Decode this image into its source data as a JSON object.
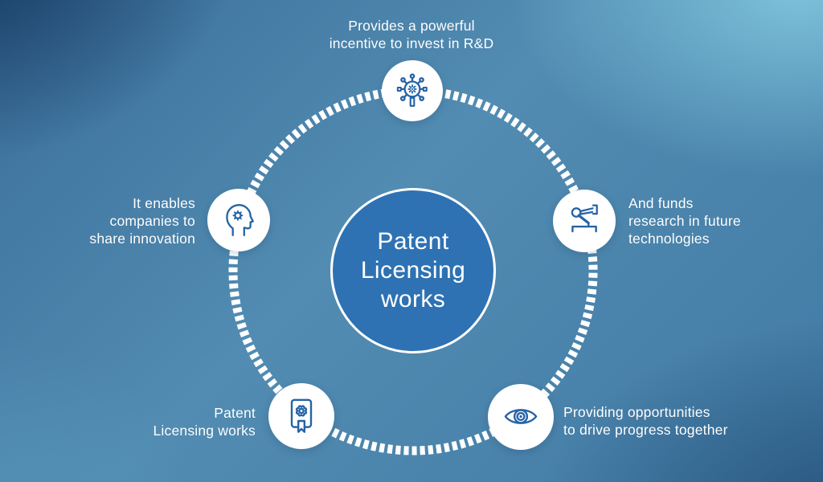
{
  "title": "Patent Licensing works infographic",
  "colors": {
    "background_dark": "#1c3f64",
    "background_mid": "#4e87ae",
    "background_light": "#6fb7d4",
    "center_circle_fill": "#2e72b3",
    "icon_stroke": "#2563a6",
    "ring_and_text": "#ffffff"
  },
  "center": {
    "text": "Patent Licensing works",
    "lines": [
      "Patent",
      "Licensing",
      "works"
    ]
  },
  "nodes": [
    {
      "id": "incentive-rnd",
      "icon": "innovation-network-icon",
      "position": "top",
      "label_lines": [
        "Provides a powerful",
        "incentive to invest in R&D"
      ]
    },
    {
      "id": "funds-research",
      "icon": "robot-arm-icon",
      "position": "right",
      "label_lines": [
        "And funds",
        "research in future",
        "technologies"
      ]
    },
    {
      "id": "drive-progress",
      "icon": "eye-icon",
      "position": "bottom-right",
      "label_lines": [
        "Providing opportunities",
        "to drive progress together"
      ]
    },
    {
      "id": "patent-licensing",
      "icon": "certificate-icon",
      "position": "bottom-left",
      "label_lines": [
        "Patent",
        "Licensing works"
      ]
    },
    {
      "id": "share-innovation",
      "icon": "head-gear-icon",
      "position": "left",
      "label_lines": [
        "It enables",
        "companies to",
        "share innovation"
      ]
    }
  ]
}
